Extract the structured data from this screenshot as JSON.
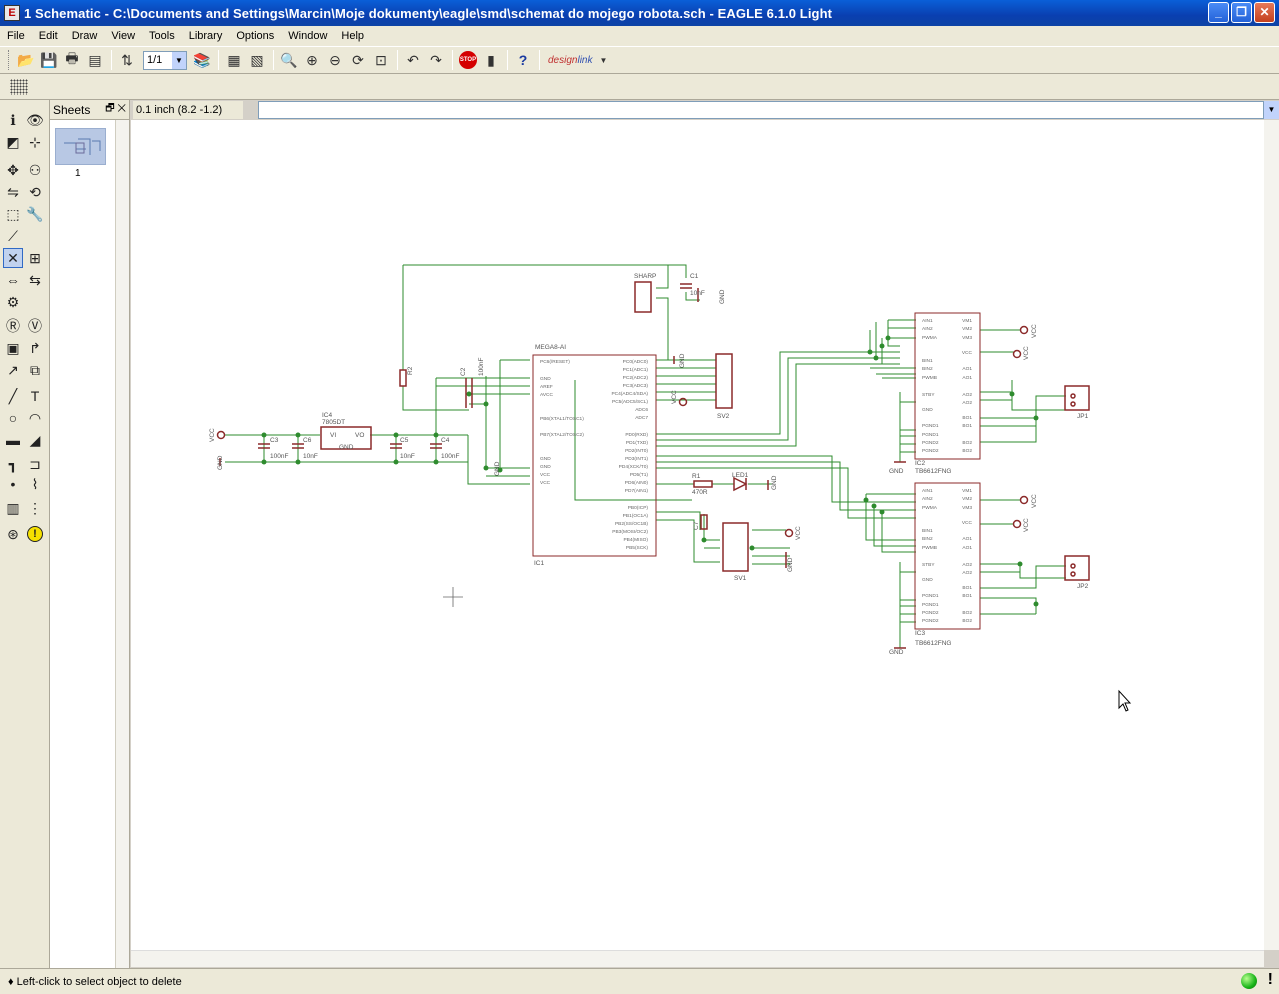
{
  "window": {
    "title": "1 Schematic - C:\\Documents and Settings\\Marcin\\Moje dokumenty\\eagle\\smd\\schemat do mojego robota.sch - EAGLE 6.1.0 Light",
    "app_icon": "E"
  },
  "menu": [
    "File",
    "Edit",
    "Draw",
    "View",
    "Tools",
    "Library",
    "Options",
    "Window",
    "Help"
  ],
  "toolbar": {
    "sheet_select": "1/1",
    "stop_label": "STOP",
    "help_glyph": "?",
    "designlink_a": "design",
    "designlink_b": "link"
  },
  "sheets_panel": {
    "title": "Sheets",
    "sheet_number": "1"
  },
  "coordinate_display": "0.1 inch (8.2 -1.2)",
  "command_input_value": "",
  "status": {
    "message": "Left-click to select object to delete",
    "exclamation": "!"
  },
  "icons": {
    "left_tools": [
      "info-icon",
      "show-icon",
      "display-layers-icon",
      "mark-icon",
      "move-icon",
      "copy-icon",
      "mirror-icon",
      "rotate-icon",
      "group-icon",
      "change-icon",
      "miter-icon",
      "delete-icon",
      "add-icon",
      "replace-icon",
      "pinswap-icon",
      "gateswap-icon",
      "name-icon",
      "value-icon",
      "smash-icon",
      "split-icon",
      "invoke-icon",
      "wire-icon",
      "text-icon",
      "circle-icon",
      "arc-icon",
      "rectangle-icon",
      "polygon-icon",
      "bus-icon",
      "net-icon",
      "junction-icon",
      "label-icon",
      "attribute-icon",
      "erc-icon",
      "errors-icon"
    ],
    "toolbar": [
      "open-icon",
      "save-icon",
      "print-icon",
      "cam-icon",
      "board-icon",
      "use-library-icon",
      "script-icon",
      "run-icon",
      "zoom-fit-icon",
      "zoom-in-icon",
      "zoom-out-icon",
      "zoom-redraw-icon",
      "zoom-select-icon",
      "undo-icon",
      "redo-icon",
      "stop-icon",
      "go-icon",
      "help-icon"
    ]
  },
  "schematic": {
    "net_color": "#2e8b2e",
    "part_color": "#8b2a2a",
    "text_color": "#555555",
    "labels": {
      "sharp": "SHARP",
      "c1": "C1",
      "c1_val": "10nF",
      "gnd": "GND",
      "vcc": "VCC",
      "mega": "MEGA8-AI",
      "ic1": "IC1",
      "r2": "R2",
      "c2": "C2",
      "c2_val": "100nF",
      "ic4": "IC4",
      "ic4_val": "7805DT",
      "vi": "VI",
      "vo": "VO",
      "c3": "C3",
      "c3_val": "100nF",
      "c5": "C5",
      "c5_val": "10nF",
      "c6": "C6",
      "c6_val": "10nF",
      "c4": "C4",
      "c4_val": "100nF",
      "sv2": "SV2",
      "sv1": "SV1",
      "r1": "R1",
      "r1_val": "470R",
      "led1": "LED1",
      "c7": "C7",
      "ic2": "IC2",
      "ic3": "IC3",
      "tb": "TB6612FNG",
      "jp1": "JP1",
      "jp2": "JP2"
    },
    "mega_pins_left": [
      "PC6(/RESET)",
      "GND",
      "AREF",
      "AVCC",
      "PB6(XTAL1/TOSC1)",
      "PB7(XTAL2/TOSC2)",
      "GND",
      "GND",
      "VCC",
      "VCC"
    ],
    "mega_pins_right": [
      "PC0(ADC0)",
      "PC1(ADC1)",
      "PC2(ADC2)",
      "PC3(ADC3)",
      "PC4(ADC4/SDA)",
      "PC5(ADC5/SCL)",
      "ADC6",
      "ADC7",
      "PD0(RXD)",
      "PD1(TXD)",
      "PD2(INT0)",
      "PD3(INT1)",
      "PD4(XCK/T0)",
      "PD5(T1)",
      "PD6(AIN0)",
      "PD7(AIN1)",
      "PB0(ICP)",
      "PB1(OC1A)",
      "PB2(SS/OC1B)",
      "PB3(MOSI/OC2)",
      "PB4(MISO)",
      "PB5(SCK)"
    ],
    "tb_pins_left": [
      "AIN1",
      "AIN2",
      "PWMA",
      "BIN1",
      "BIN2",
      "PWMB",
      "STBY",
      "GND",
      "PGND1",
      "PGND1",
      "PGND2",
      "PGND2"
    ],
    "tb_pins_right": [
      "VM1",
      "VM2",
      "VM3",
      "VCC",
      "AO1",
      "AO1",
      "AO2",
      "AO2",
      "BO1",
      "BO1",
      "BO2",
      "BO2"
    ]
  }
}
